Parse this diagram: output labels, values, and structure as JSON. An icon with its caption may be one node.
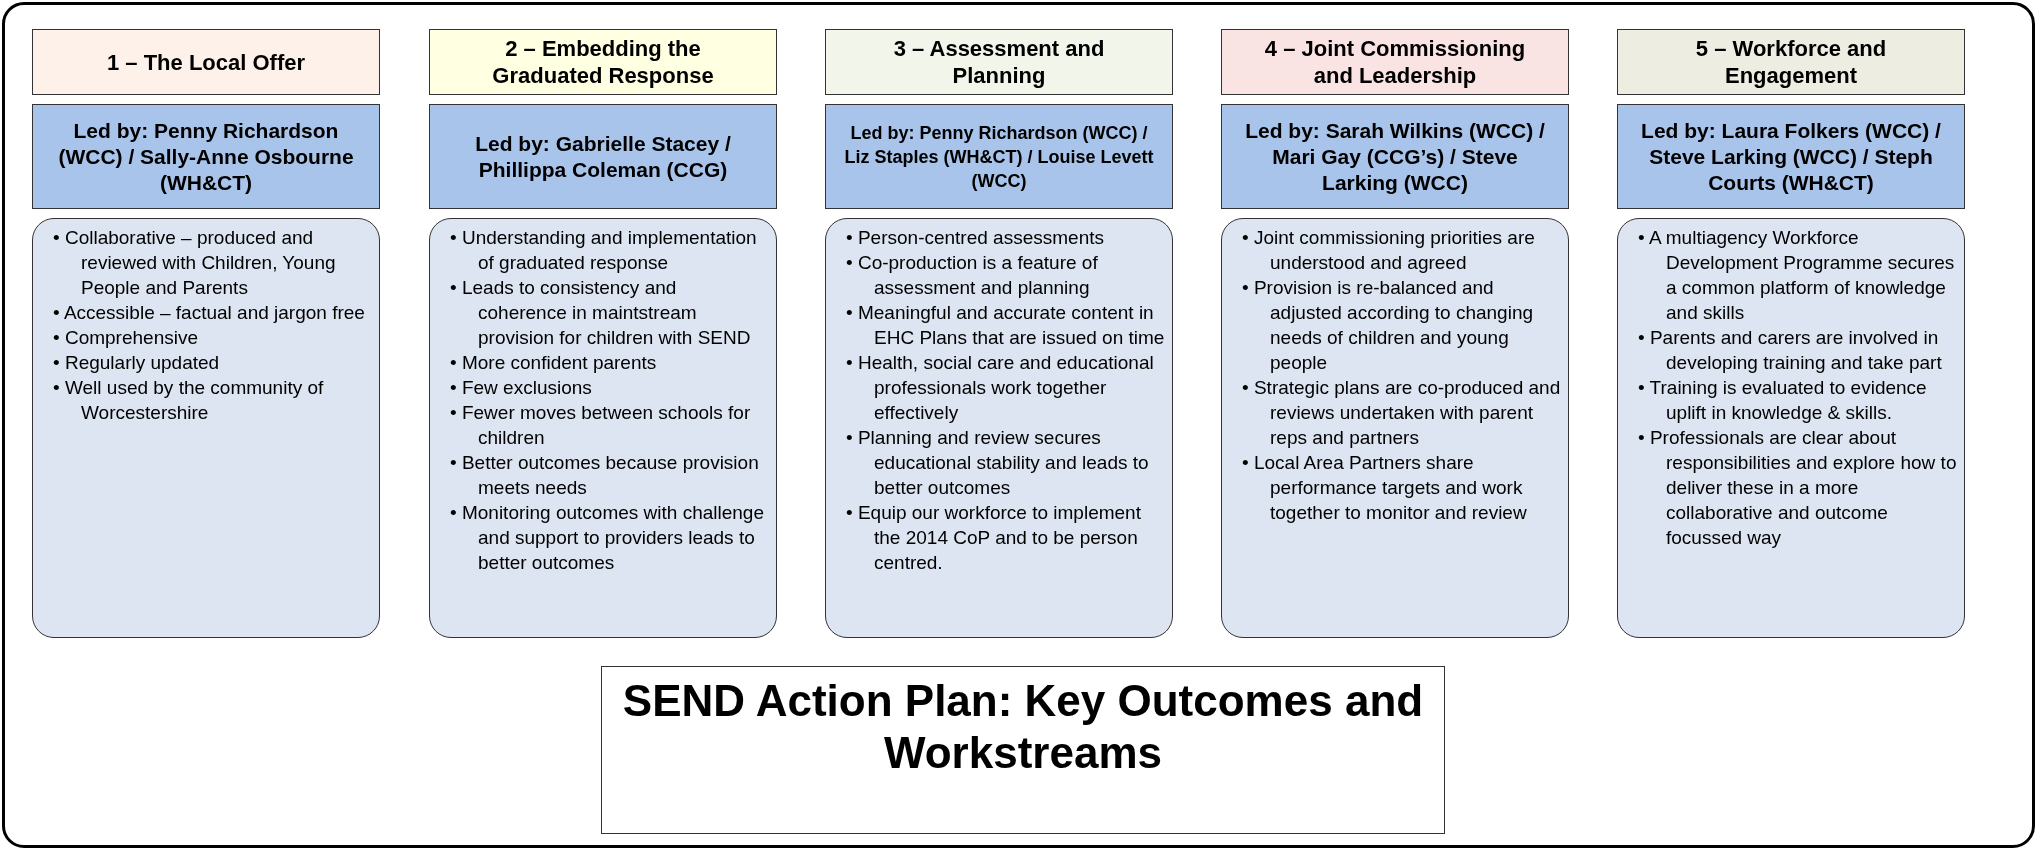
{
  "diagram": {
    "title": "SEND Action Plan: Key Outcomes and Workstreams",
    "nodes": [
      {
        "text": [
          "1 – The Local Offer"
        ]
      },
      {
        "text": [
          "Led by: Penny Richardson (WCC) / Sally-Anne Osbourne (WH&CT)"
        ]
      },
      {
        "text": [
          "•   Collaborative – produced and reviewed with Children, Young People and Parents",
          "•   Accessible – factual and jargon free",
          "•   Comprehensive",
          "•   Regularly updated",
          "•   Well used by the community of Worcestershire"
        ]
      },
      {
        "text": [
          "2 – Embedding the Graduated Response"
        ]
      },
      {
        "text": [
          "Led by: Gabrielle Stacey / Phillippa Coleman (CCG)"
        ]
      },
      {
        "text": [
          "•   Understanding and implementation of graduated response",
          "•   Leads to consistency and coherence in maintstream provision for children with SEND",
          "•   More confident parents",
          "•   Few exclusions",
          "•   Fewer moves between schools for children",
          "•   Better outcomes because provision meets needs",
          "•   Monitoring outcomes with challenge and support to providers leads to better outcomes"
        ]
      },
      {
        "text": [
          "3 – Assessment and Planning"
        ]
      },
      {
        "text": [
          "Led by: Penny Richardson (WCC) / Liz Staples (WH&CT) / Louise Levett (WCC)"
        ]
      },
      {
        "text": [
          "•   Person-centred assessments",
          "•   Co-production is a feature of assessment and planning",
          "•   Meaningful and accurate content in EHC Plans that are issued on time",
          "•   Health, social care and educational professionals work together effectively",
          "•   Planning and review secures educational stability and leads to better outcomes",
          "•   Equip our workforce to implement the 2014 CoP and to be person centred."
        ]
      },
      {
        "text": [
          "4 – Joint Commissioning and Leadership"
        ]
      },
      {
        "text": [
          "Led by: Sarah Wilkins (WCC) / Mari Gay (CCG’s) / Steve Larking (WCC)"
        ]
      },
      {
        "text": [
          "•   Joint commissioning priorities are understood and agreed",
          "•   Provision is re-balanced and adjusted according to changing needs of children and young people",
          "•   Strategic plans are co-produced and reviews undertaken with parent reps and partners",
          "•   Local Area Partners share performance targets and work together to monitor and review"
        ]
      },
      {
        "text": [
          "5 – Workforce and Engagement"
        ]
      },
      {
        "text": [
          "Led by: Laura Folkers (WCC) / Steve Larking (WCC) / Steph Courts (WH&CT)"
        ]
      },
      {
        "text": [
          "•   A multiagency Workforce Development Programme secures a common platform of knowledge and skills",
          "•   Parents and carers are involved in developing training and take part",
          "•   Training is evaluated to evidence uplift in knowledge & skills.",
          "•   Professionals are clear about responsibilities and explore how to deliver these in a more collaborative and outcome focussed way"
        ]
      }
    ]
  }
}
